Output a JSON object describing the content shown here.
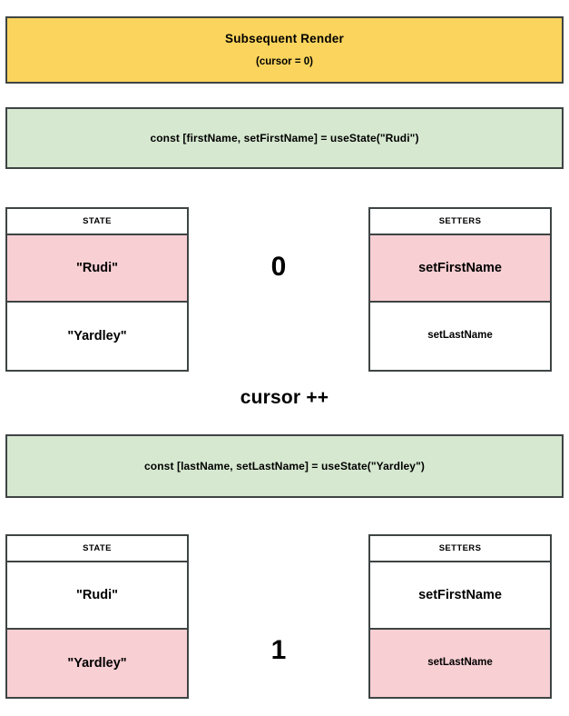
{
  "banner": {
    "title": "Subsequent Render",
    "subtitle": "(cursor = 0)",
    "color": "#fad45d"
  },
  "colors": {
    "banner_yellow": "#fad45d",
    "code_green": "#d6e8d0",
    "highlight_pink": "#f8cfd3",
    "border": "#3e4444",
    "cell_white": "#ffffff"
  },
  "steps": [
    {
      "code": "const [firstName, setFirstName] = useState(\"Rudi\")",
      "cursor_value": "0",
      "state": {
        "header": "STATE",
        "rows": [
          {
            "value": "\"Rudi\"",
            "highlighted": true
          },
          {
            "value": "\"Yardley\"",
            "highlighted": false
          }
        ]
      },
      "setters": {
        "header": "SETTERS",
        "rows": [
          {
            "value": "setFirstName",
            "highlighted": true
          },
          {
            "value": "setLastName",
            "highlighted": false
          }
        ]
      }
    },
    {
      "code": "const [lastName, setLastName] = useState(\"Yardley\")",
      "cursor_value": "1",
      "state": {
        "header": "STATE",
        "rows": [
          {
            "value": "\"Rudi\"",
            "highlighted": false
          },
          {
            "value": "\"Yardley\"",
            "highlighted": true
          }
        ]
      },
      "setters": {
        "header": "SETTERS",
        "rows": [
          {
            "value": "setFirstName",
            "highlighted": false
          },
          {
            "value": "setLastName",
            "highlighted": true
          }
        ]
      }
    }
  ],
  "cursor_operation": "cursor ++"
}
